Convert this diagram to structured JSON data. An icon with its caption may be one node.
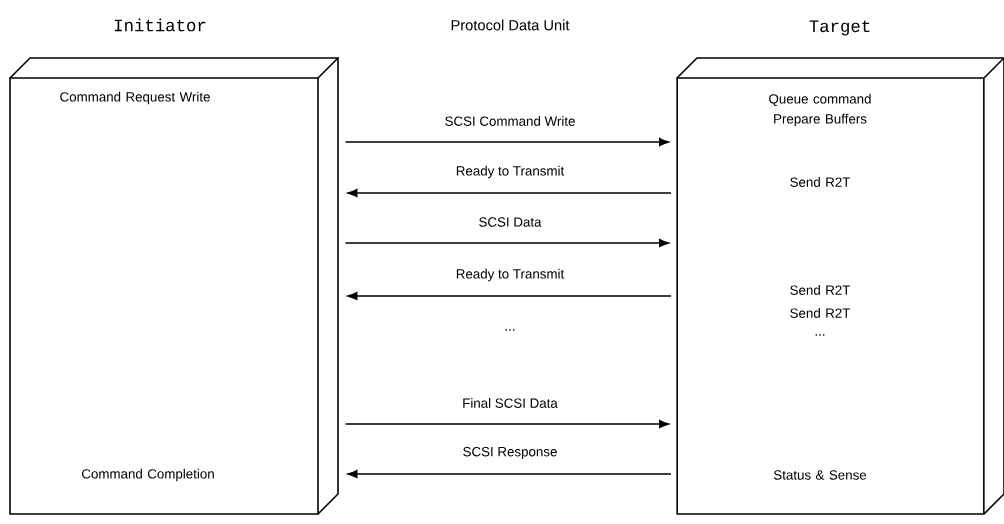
{
  "diagram": {
    "nodes": [
      {
        "text": [
          "Initiator",
          "Command Request Write",
          "Command Completion"
        ]
      },
      {
        "text": [
          "Target",
          "Queue command Prepare Buffers",
          "Send R2T",
          "Send R2T",
          "Send R2T",
          "...",
          "Status & Sense"
        ]
      }
    ],
    "edges": [
      {
        "from": 0,
        "to": 1,
        "arrow": "to",
        "label": "SCSI Command Write"
      },
      {
        "from": 1,
        "to": 0,
        "arrow": "to",
        "label": "Ready to Transmit"
      },
      {
        "from": 0,
        "to": 1,
        "arrow": "to",
        "label": "SCSI Data"
      },
      {
        "from": 1,
        "to": 0,
        "arrow": "to",
        "label": "Ready to Transmit"
      },
      {
        "from": 0,
        "to": 1,
        "arrow": "to",
        "label": "Final SCSI Data"
      },
      {
        "from": 1,
        "to": 0,
        "arrow": "to",
        "label": "SCSI Response"
      }
    ],
    "labels": [
      "Protocol Data Unit",
      "..."
    ]
  }
}
